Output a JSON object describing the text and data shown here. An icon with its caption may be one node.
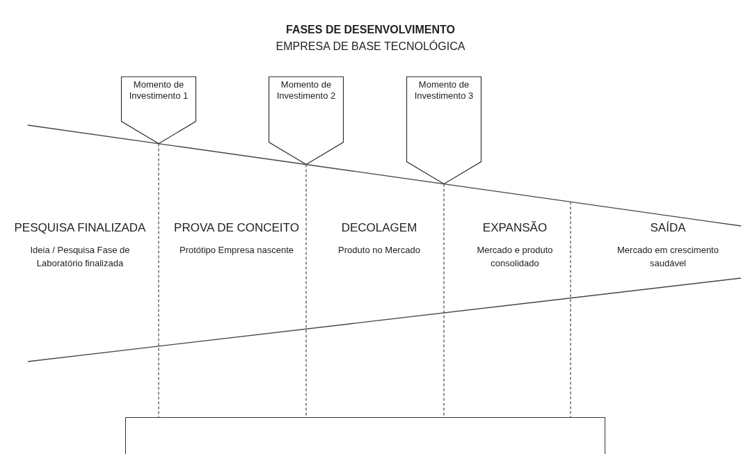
{
  "diagram": {
    "title": "FASES DE DESENVOLVIMENTO",
    "nodes": [
      {
        "text": [
          "Momento de Investimento 1"
        ]
      },
      {
        "text": [
          "Momento de Investimento 2"
        ]
      },
      {
        "text": [
          "Momento de Investimento 3"
        ]
      },
      {
        "text": [
          "PESQUISA FINALIZADA",
          "Ideia / Pesquisa Fase de Laboratório finalizada"
        ]
      },
      {
        "text": [
          "PROVA DE CONCEITO",
          "Protótipo Empresa nascente"
        ]
      },
      {
        "text": [
          "DECOLAGEM",
          "Produto no Mercado"
        ]
      },
      {
        "text": [
          "EXPANSÃO",
          "Mercado e produto consolidado"
        ]
      },
      {
        "text": [
          "SAÍDA",
          "Mercado em crescimento saudável"
        ]
      },
      {
        "text": [],
        "shape": "box"
      }
    ],
    "edges": [
      {
        "from": 0,
        "to": 8,
        "arrow": "none",
        "style": "dashed"
      },
      {
        "from": 1,
        "to": 8,
        "arrow": "none",
        "style": "dashed"
      },
      {
        "from": 2,
        "to": 8,
        "arrow": "none",
        "style": "dashed"
      },
      {
        "from": null,
        "to": 8,
        "arrow": "none",
        "style": "dashed"
      }
    ],
    "labels": [
      "EMPRESA DE BASE TECNOLÓGICA"
    ]
  }
}
